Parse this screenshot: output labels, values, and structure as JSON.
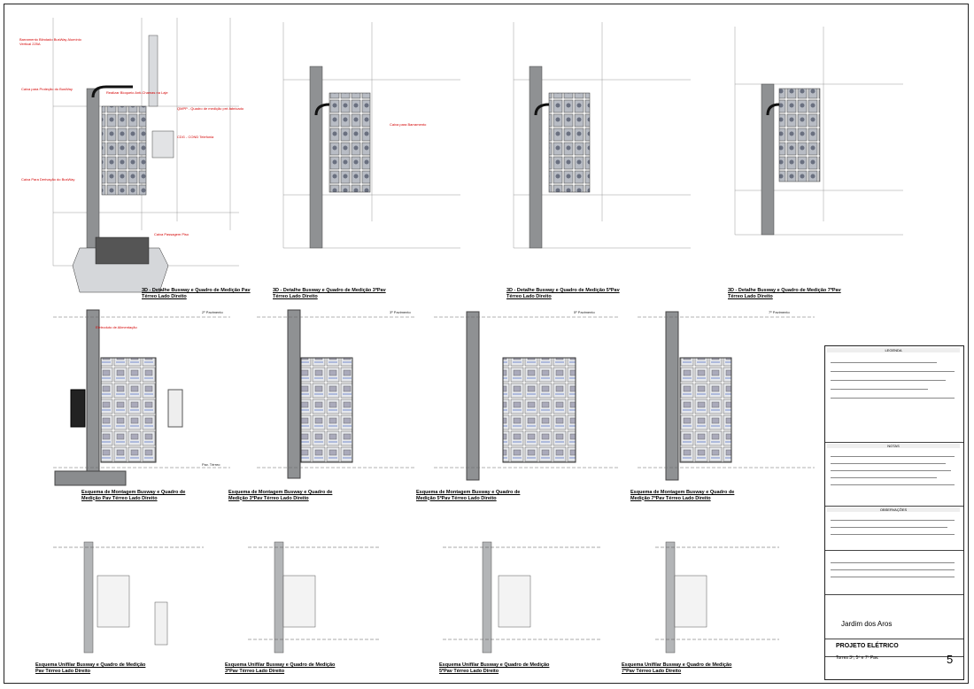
{
  "sheet": {
    "project_name": "Jardim dos Aros",
    "discipline": "PROJETO ELÉTRICO",
    "sheet_subtitle": "Torres 3º, 5º e 7º Pav.",
    "page_number": "5"
  },
  "section_labels": {
    "legend": "LEGENDA",
    "notes": "NOTAS",
    "observations": "OBSERVAÇÕES"
  },
  "captions_3d": [
    "3D - Detalhe Busway e Quadro de Medição Pav Térreo Lado Direito",
    "3D - Detalhe Busway e Quadro de Medição 3ºPav Térreo Lado Direito",
    "3D - Detalhe Busway e Quadro de Medição 5ºPav Térreo Lado Direito",
    "3D - Detalhe Busway e Quadro de Medição 7ºPav Térreo Lado Direito"
  ],
  "captions_assembly": [
    "Esquema de Montagem Busway e Quadro de Medição Pav Térreo Lado Direito",
    "Esquema de Montagem Busway e Quadro de Medição 3ºPav Térreo Lado Direito",
    "Esquema de Montagem Busway e Quadro de Medição 5ºPav Térreo Lado Direito",
    "Esquema de Montagem Busway e Quadro de Medição 7ºPav Térreo Lado Direito"
  ],
  "captions_unifilar": [
    "Esquema Unifilar Busway e Quadro de Medição Pav Térreo Lado Direito",
    "Esquema Unifilar Busway e Quadro de Medição 3ºPav Térreo Lado Direito",
    "Esquema Unifilar Busway e Quadro de Medição 5ºPav Térreo Lado Direito",
    "Esquema Unifilar Busway e Quadro de Medição 7ºPav Térreo Lado Direito"
  ],
  "annotations": {
    "busway_vertical": "Barramento Blindado BusWay Alumínio Vertical 225A",
    "firestop_slab": "Realizar Bloqueio Anti-Chamas na Laje",
    "meter_panel": "QMPP - Quadro de medição pré-fabricado",
    "derivation_box": "Caixa Para Derivação do BusWay",
    "protection_box": "Caixa para Proteção do BusWay",
    "slab_passage": "Caixa Passagem Piso",
    "cable_tray": "Caixa para Barramento",
    "cdg": "CDG - COND Telefonia",
    "feed_cable": "Eletroduto de Alimentação"
  },
  "levels": {
    "pav2": "2º Pavimento",
    "pav3": "3º Pavimento",
    "pav5": "5º Pavimento",
    "pav7": "7º Pavimento",
    "terreo": "Pav. Térreo"
  }
}
